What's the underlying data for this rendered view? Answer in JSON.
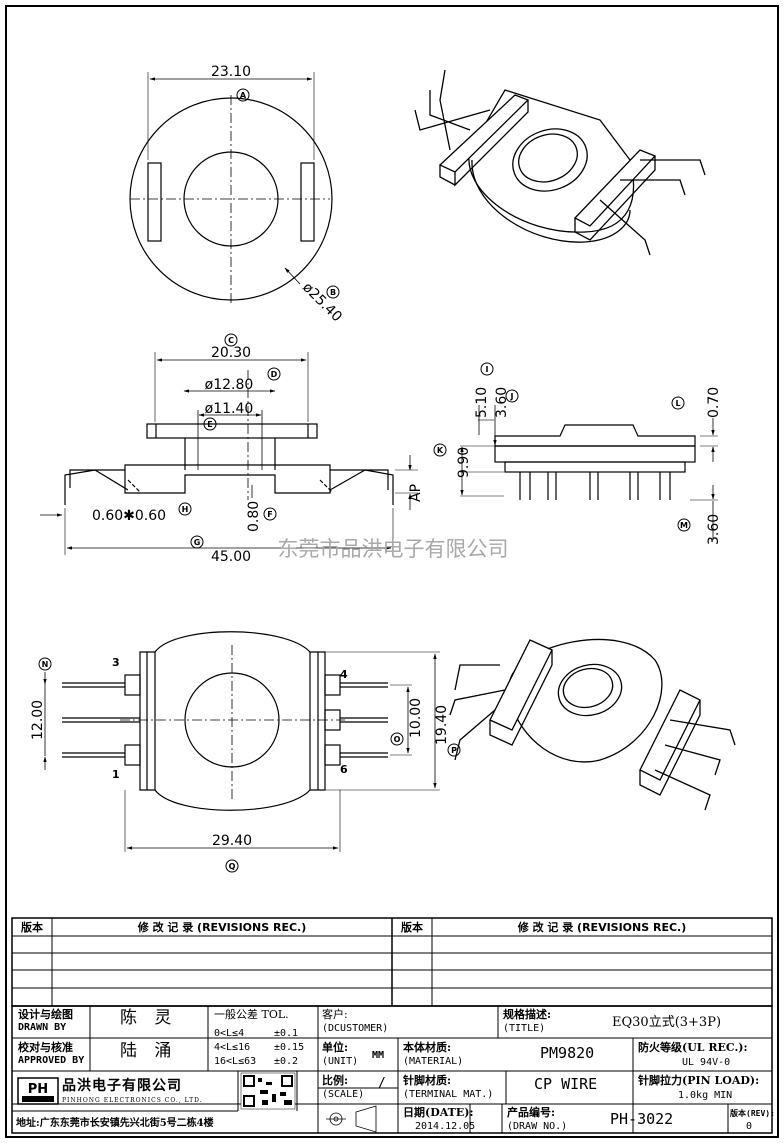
{
  "dims": {
    "top_width": "23.10",
    "top_diameter": "ø25.40",
    "side_width": "20.30",
    "side_d1": "ø12.80",
    "side_d2": "ø11.40",
    "pin_size": "0.60✱0.60",
    "pin_offset": "0.80",
    "total_length": "45.00",
    "ap": "AP",
    "h_510": "5.10",
    "h_360": "3.60",
    "h_990": "9.90",
    "h_070": "0.70",
    "h_pin": "3.60",
    "bot_1200": "12.00",
    "bot_1000": "10.00",
    "bot_1940": "19.40",
    "bot_2940": "29.40"
  },
  "balloons": {
    "A": "A",
    "B": "B",
    "C": "C",
    "D": "D",
    "E": "E",
    "F": "F",
    "G": "G",
    "H": "H",
    "I": "I",
    "J": "J",
    "K": "K",
    "L": "L",
    "M": "M",
    "N": "N",
    "O": "O",
    "P": "P",
    "Q": "Q"
  },
  "pin_numbers": {
    "p1": "1",
    "p3": "3",
    "p4": "4",
    "p6": "6"
  },
  "watermark": "东莞市品洪电子有限公司",
  "revisions": {
    "ver_label": "版本",
    "rec_label": "修 改 记 录 (REVISIONS REC.)"
  },
  "title_block": {
    "designer_label_cn": "设计与绘图",
    "designer_label_en": "DRAWN BY",
    "designer": "陈  灵",
    "checker_label_cn": "校对与核准",
    "checker_label_en": "APPROVED BY",
    "checker": "陆  涌",
    "tol_title": "一般公差 TOL.",
    "tol_rows": [
      {
        "range": "0<L≤4",
        "val": "±0.1"
      },
      {
        "range": "4<L≤16",
        "val": "±0.15"
      },
      {
        "range": "16<L≤63",
        "val": "±0.2"
      }
    ],
    "customer_label": "客户:",
    "customer_en": "(DCUSTOMER)",
    "spec_label": "规格描述:",
    "spec_en": "(TITLE)",
    "spec_value": "EQ30立式(3+3P)",
    "unit_label": "单位:",
    "unit_en": "(UNIT)",
    "unit_value": "MM",
    "material_label": "本体材质:",
    "material_en": "(MATERIAL)",
    "material_value": "PM9820",
    "fire_label": "防火等级(UL REC.):",
    "fire_value": "UL 94V-0",
    "scale_label": "比例:",
    "scale_en": "(SCALE)",
    "scale_value": "/",
    "pin_mat_label": "针脚材质:",
    "pin_mat_en": "(TERMINAL MAT.)",
    "pin_mat_value": "CP WIRE",
    "pin_load_label": "针脚拉力(PIN LOAD):",
    "pin_load_value": "1.0kg MIN",
    "date_label": "日期(DATE):",
    "date_value": "2014.12.05",
    "drawno_label": "产品编号:",
    "drawno_en": "(DRAW NO.)",
    "drawno_value": "PH-3022",
    "rev_label": "版本(REV):",
    "rev_value": "0",
    "company_logo": "PH",
    "company_cn": "品洪电子有限公司",
    "company_en": "PINHONG ELECTRONICS CO., LTD.",
    "address": "地址:广东东莞市长安镇先兴北街5号二栋4楼"
  }
}
